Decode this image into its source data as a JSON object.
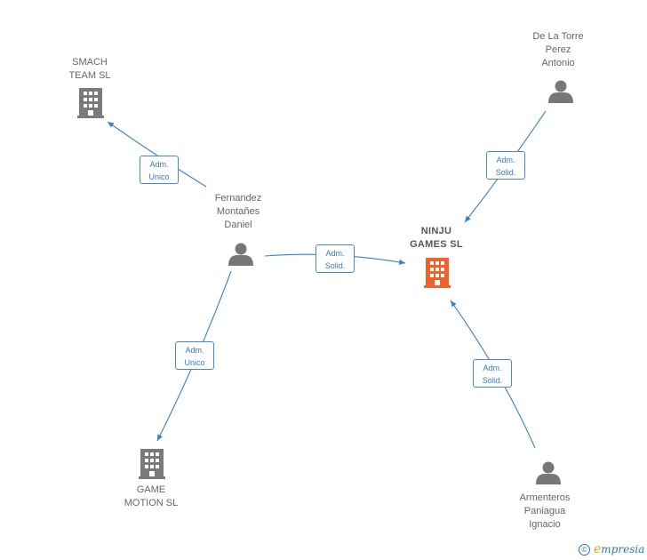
{
  "colors": {
    "edge": "#3a7fcb",
    "person_icon": "#777777",
    "company_icon": "#7a7a7a",
    "focus_company_icon": "#f0612c"
  },
  "nodes": {
    "smach": {
      "label": "SMACH\nTEAM  SL",
      "icon": "building-icon"
    },
    "delatorre": {
      "label": "De La Torre\nPerez\nAntonio",
      "icon": "person-icon"
    },
    "fernandez": {
      "label": "Fernandez\nMontañes\nDaniel",
      "icon": "person-icon"
    },
    "ninju": {
      "label": "NINJU\nGAMES  SL",
      "icon": "building-icon"
    },
    "game": {
      "label": "GAME\nMOTION  SL",
      "icon": "building-icon"
    },
    "armenteros": {
      "label": "Armenteros\nPaniagua\nIgnacio",
      "icon": "person-icon"
    }
  },
  "edges": {
    "fernandez_smach": "Adm.\nUnico",
    "delatorre_ninju": "Adm.\nSolid.",
    "fernandez_ninju": "Adm.\nSolid.",
    "fernandez_game": "Adm.\nUnico",
    "armenteros_ninju": "Adm.\nSolid."
  },
  "brand": {
    "copyright": "©",
    "e": "e",
    "rest": "mpresia"
  }
}
